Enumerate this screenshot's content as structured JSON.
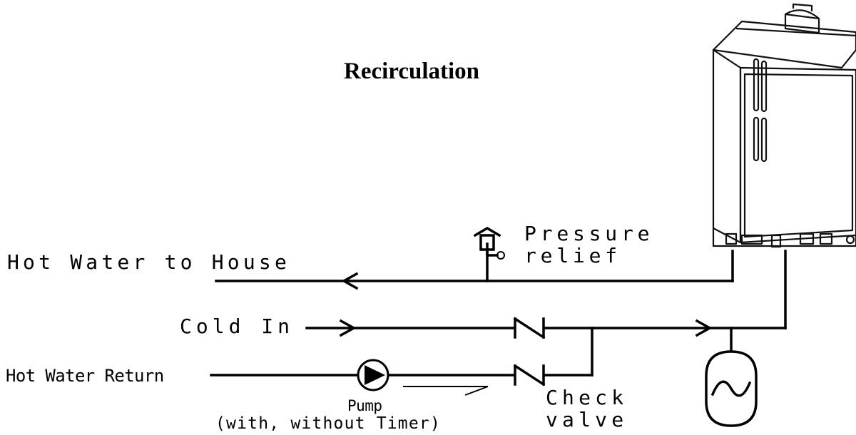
{
  "title": "Recirculation",
  "labels": {
    "hot_water_to_house": "Hot Water to House",
    "cold_in": "Cold In",
    "hot_water_return": "Hot Water Return",
    "pump": "Pump",
    "pump_note": "(with, without Timer)",
    "pressure": "Pressure",
    "relief": "relief",
    "check": "Check",
    "valve": "valve"
  }
}
